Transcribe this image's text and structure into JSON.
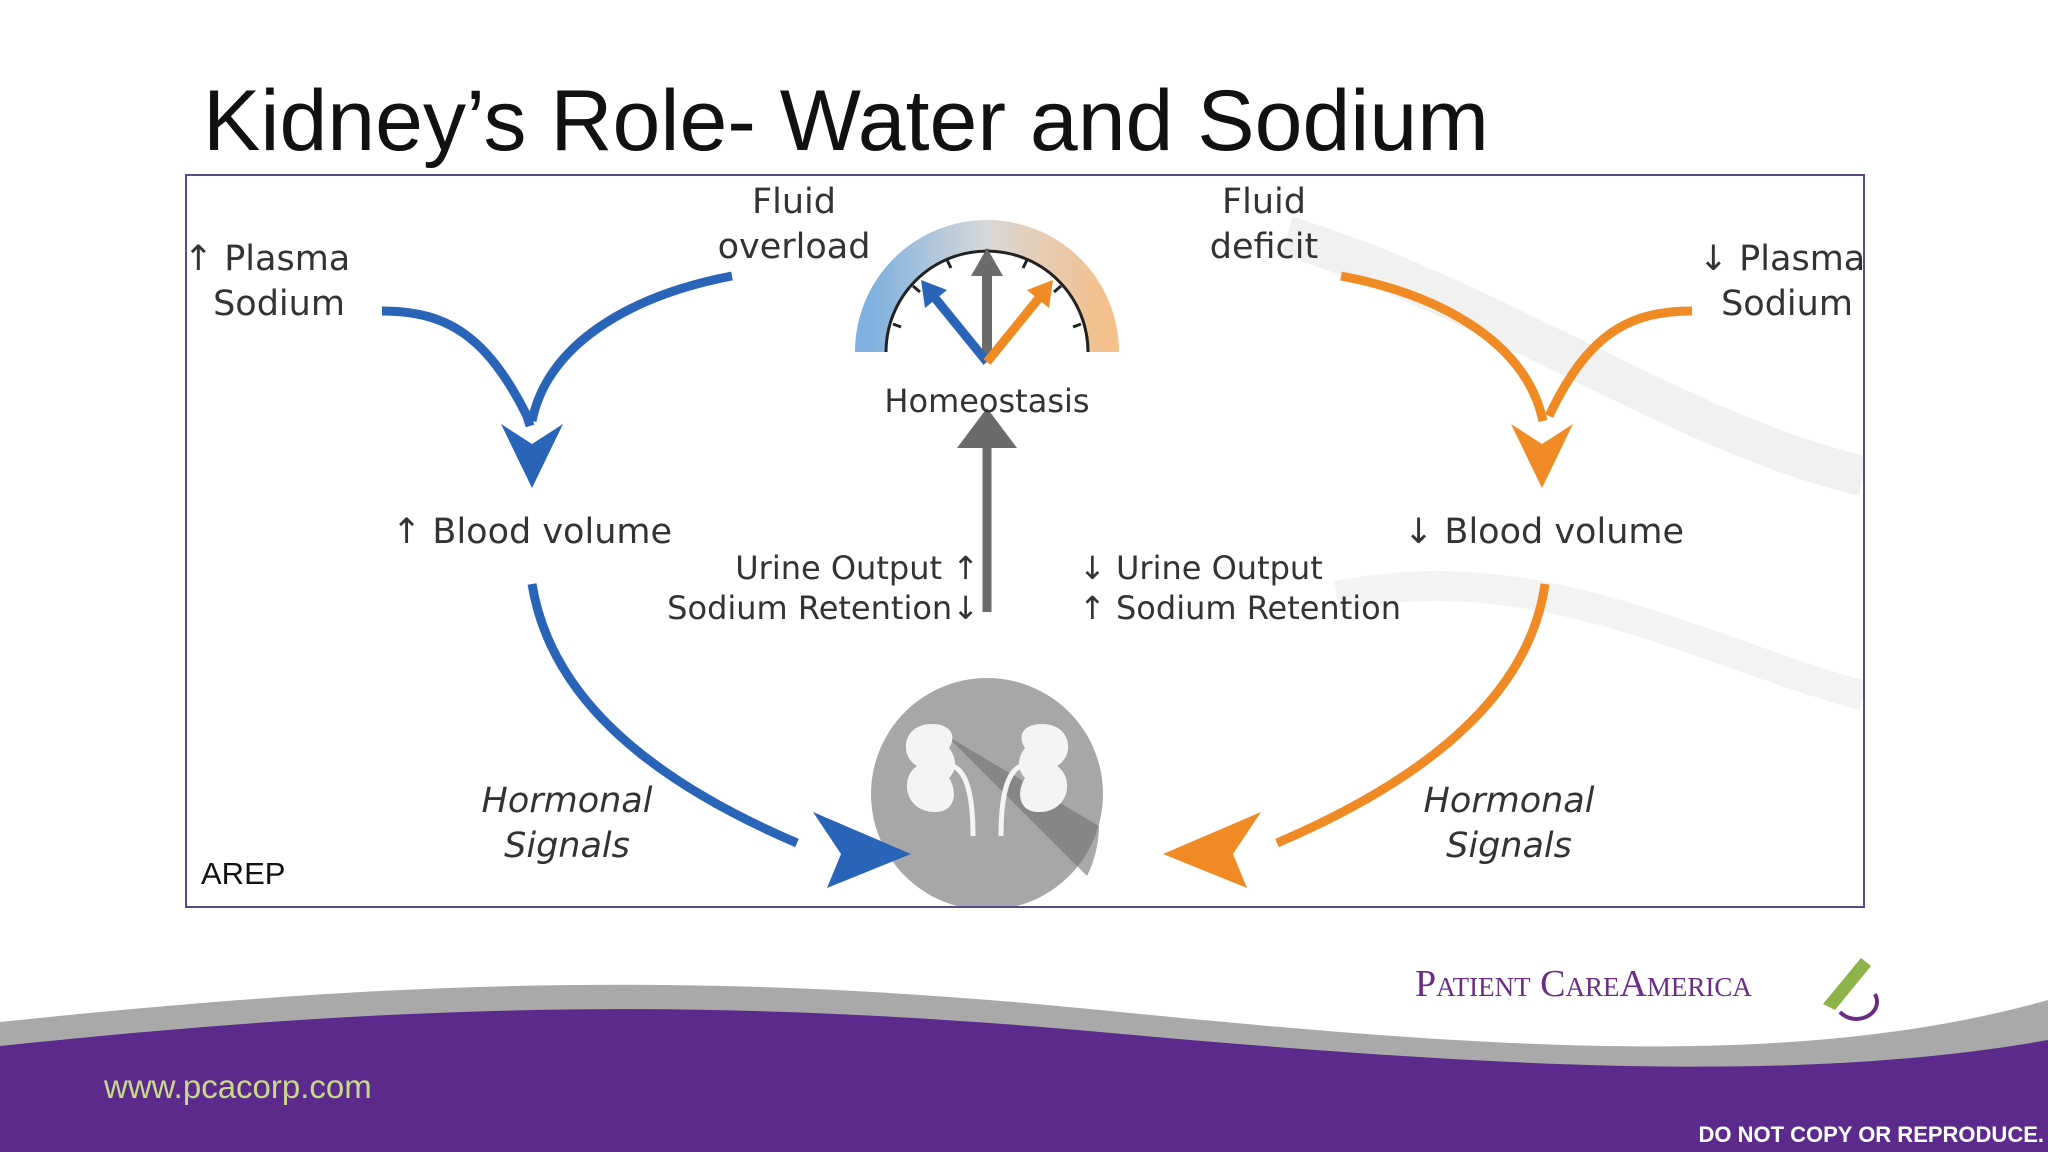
{
  "slide": {
    "title": "Kidney’s Role- Water and Sodium",
    "source_label": "AREP",
    "website": "www.pcacorp.com",
    "notice": "DO NOT COPY OR REPRODUCE.",
    "logo_text": "Patient CareAmerica"
  },
  "diagram": {
    "left_top_label": [
      "↑ Plasma",
      "Sodium"
    ],
    "fluid_overload": [
      "Fluid",
      "overload"
    ],
    "fluid_deficit": [
      "Fluid",
      "deficit"
    ],
    "right_top_label": [
      "↓ Plasma",
      "Sodium"
    ],
    "homeostasis": "Homeostasis",
    "left_blood_volume": "↑ Blood volume",
    "right_blood_volume": "↓ Blood volume",
    "left_urine_output": "Urine Output ↑",
    "left_sodium_retention": "Sodium Retention↓",
    "right_urine_output": "↓ Urine Output",
    "right_sodium_retention": "↑ Sodium Retention",
    "left_hormonal": [
      "Hormonal",
      "Signals"
    ],
    "right_hormonal": [
      "Hormonal",
      "Signals"
    ]
  },
  "colors": {
    "blue": "#2a64b8",
    "orange": "#f08a24",
    "gray": "#6b6b6b",
    "purple": "#5b2a8c",
    "light_gray": "#9e9e9e"
  }
}
